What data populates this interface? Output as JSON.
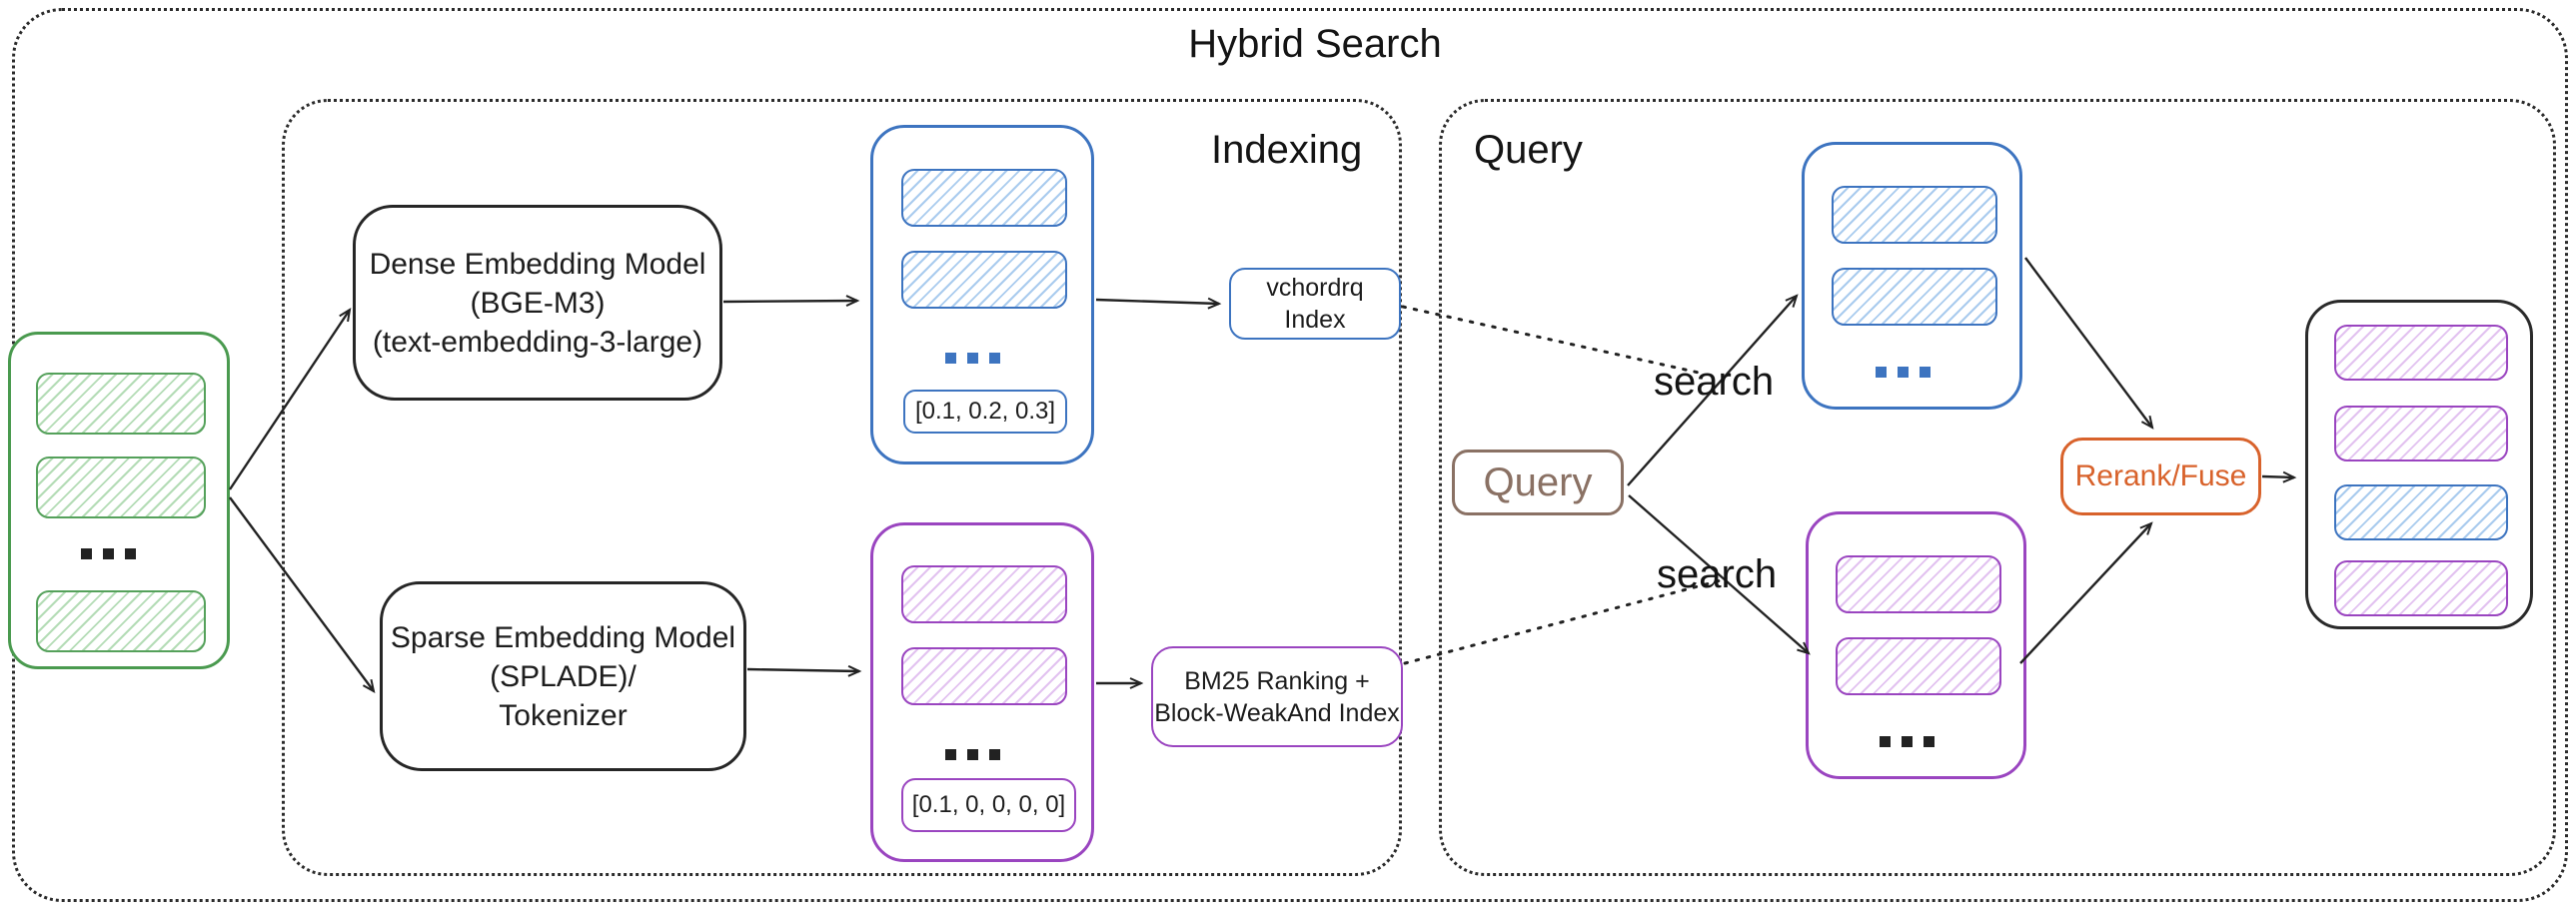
{
  "title": "Hybrid Search",
  "sections": {
    "indexing": {
      "label": "Indexing"
    },
    "query": {
      "label": "Query"
    }
  },
  "nodes": {
    "documents": {
      "ellipsis": "..."
    },
    "dense_model": {
      "line1": "Dense Embedding Model",
      "line2": "(BGE-M3)",
      "line3": "(text-embedding-3-large)"
    },
    "sparse_model": {
      "line1": "Sparse Embedding Model",
      "line2": "(SPLADE)/",
      "line3": "Tokenizer"
    },
    "dense_vectors": {
      "ellipsis": "...",
      "sample_vector": "[0.1, 0.2, 0.3]"
    },
    "sparse_vectors": {
      "ellipsis": "...",
      "sample_vector": "[0.1, 0, 0, 0, 0]"
    },
    "vchordrq_index": {
      "line1": "vchordrq",
      "line2": "Index"
    },
    "bm25_index": {
      "line1": "BM25 Ranking +",
      "line2": "Block-WeakAnd Index"
    },
    "query_node": {
      "label": "Query"
    },
    "search_dense": {
      "label": "search"
    },
    "search_sparse": {
      "label": "search"
    },
    "dense_search_results": {
      "ellipsis": "..."
    },
    "sparse_search_results": {
      "ellipsis": "..."
    },
    "rerank": {
      "label": "Rerank/Fuse"
    },
    "fused_results": {
      "items": [
        "sparse",
        "sparse",
        "dense",
        "sparse"
      ]
    }
  },
  "colors": {
    "green": "#4a9a4f",
    "blue": "#3d74c0",
    "purple": "#9a45c0",
    "brown": "#8a7164",
    "orange": "#d8622b",
    "ink": "#1d1d1d"
  }
}
